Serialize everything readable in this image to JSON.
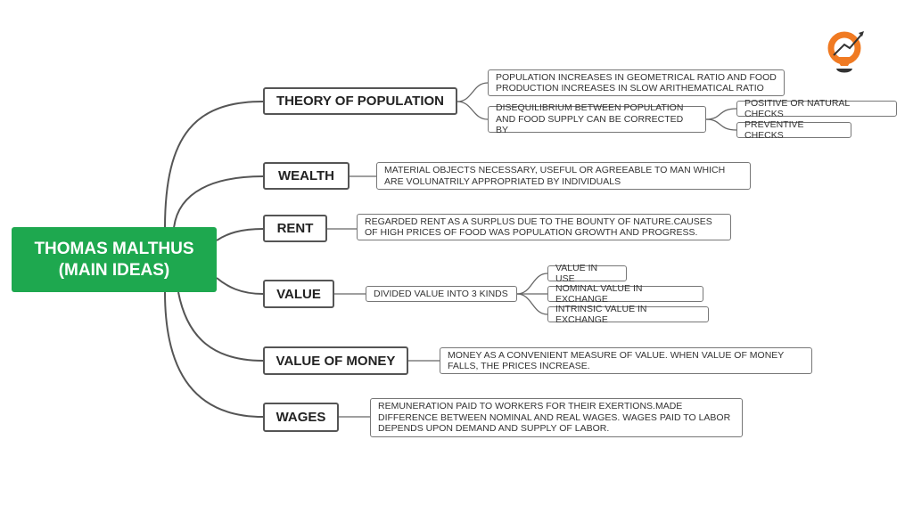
{
  "central": "THOMAS MALTHUS\n(MAIN IDEAS)",
  "branches": {
    "theory": {
      "label": "THEORY OF POPULATION",
      "details": [
        "POPULATION INCREASES IN GEOMETRICAL RATIO AND FOOD\nPRODUCTION INCREASES IN SLOW ARITHEMATICAL RATIO",
        "DISEQUILIBRIUM BETWEEN POPULATION\nAND FOOD SUPPLY CAN BE CORRECTED BY"
      ],
      "checks": [
        "POSITIVE OR NATURAL CHECKS",
        "PREVENTIVE CHECKS"
      ]
    },
    "wealth": {
      "label": "WEALTH",
      "detail": "MATERIAL OBJECTS NECESSARY, USEFUL OR AGREEABLE TO MAN WHICH\nARE VOLUNATRILY APPROPRIATED BY INDIVIDUALS"
    },
    "rent": {
      "label": "RENT",
      "detail": "REGARDED RENT AS A SURPLUS DUE TO THE BOUNTY OF NATURE.CAUSES\nOF HIGH PRICES OF FOOD WAS POPULATION GROWTH AND PROGRESS."
    },
    "value": {
      "label": "VALUE",
      "detail": "DIVIDED VALUE INTO 3 KINDS",
      "kinds": [
        "VALUE IN USE",
        "NOMINAL VALUE IN EXCHANGE",
        "INTRINSIC VALUE IN EXCHANGE"
      ]
    },
    "money": {
      "label": "VALUE OF MONEY",
      "detail": "MONEY AS A CONVENIENT MEASURE OF VALUE. WHEN VALUE OF MONEY\nFALLS, THE PRICES INCREASE."
    },
    "wages": {
      "label": "WAGES",
      "detail": "REMUNERATION PAID TO WORKERS FOR THEIR EXERTIONS.MADE\nDIFFERENCE BETWEEN NOMINAL AND REAL WAGES. WAGES PAID TO LABOR\nDEPENDS UPON DEMAND AND SUPPLY OF LABOR."
    }
  },
  "colors": {
    "central": "#1ea84f",
    "logo": "#f07a22",
    "line": "#555555"
  }
}
